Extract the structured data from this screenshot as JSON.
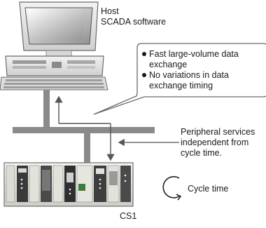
{
  "host": {
    "line1": "Host",
    "line2": "SCADA software"
  },
  "callout": {
    "bullets": [
      {
        "line1": "Fast large-volume data",
        "line2": "exchange"
      },
      {
        "line1": "No variations in data",
        "line2": "exchange timing"
      }
    ]
  },
  "peripheral": {
    "line1": "Peripheral services",
    "line2": "independent from",
    "line3": "cycle time."
  },
  "cycle": {
    "label": "Cycle time"
  },
  "plc": {
    "label": "CS1"
  }
}
